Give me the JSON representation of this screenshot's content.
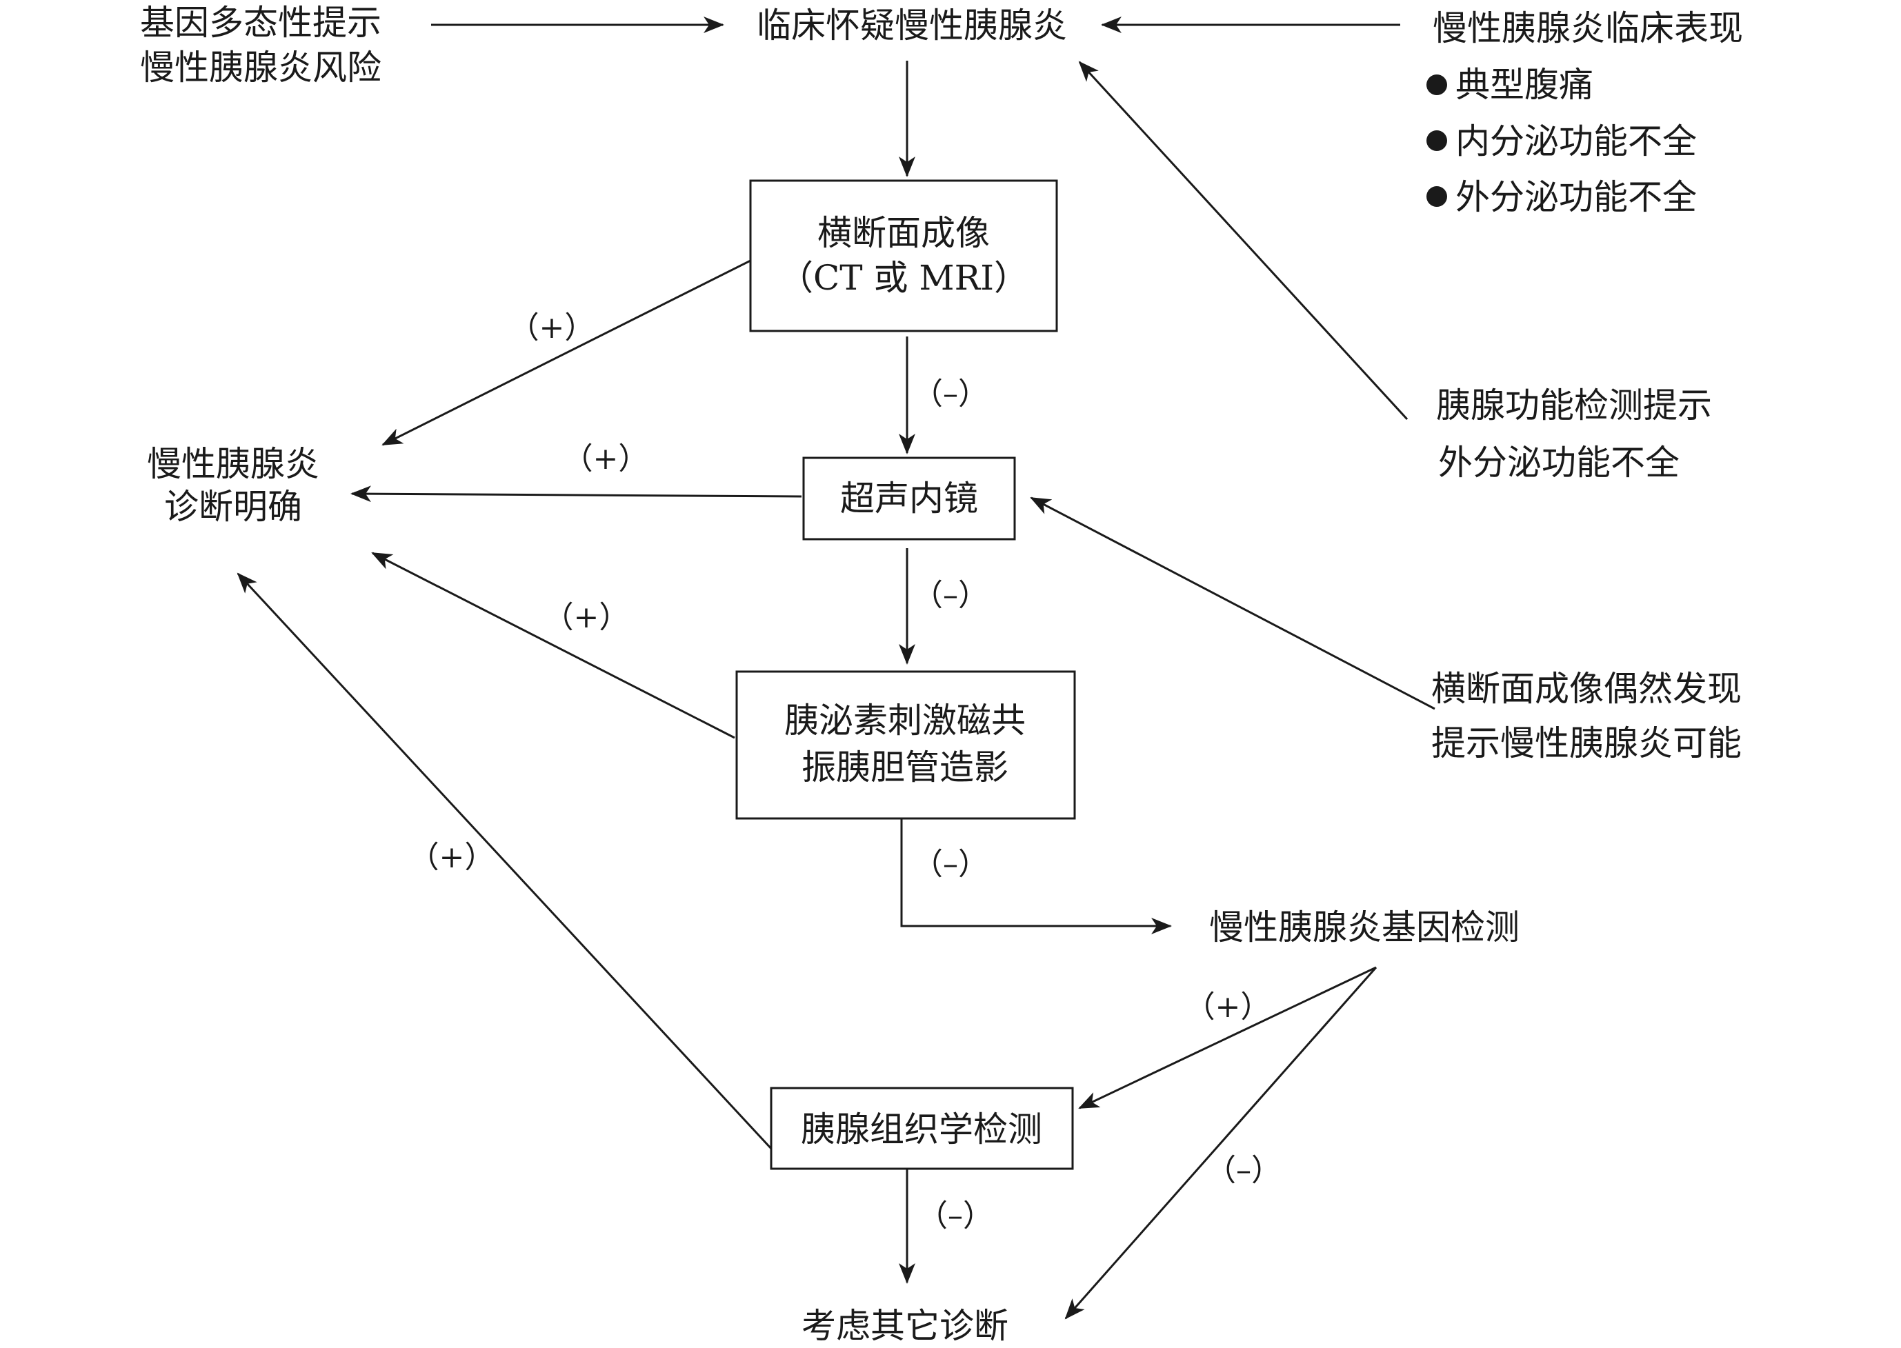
{
  "nodes": {
    "gene_polymorphism": [
      "基因多态性提示",
      "慢性胰腺炎风险"
    ],
    "suspected_cp": "临床怀疑慢性胰腺炎",
    "clinical_manifestations": {
      "title": "慢性胰腺炎临床表现",
      "items": [
        "典型腹痛",
        "内分泌功能不全",
        "外分泌功能不全"
      ]
    },
    "cross_sectional_imaging": [
      "横断面成像",
      "（CT 或 MRI）"
    ],
    "pancreatic_function_test": [
      "胰腺功能检测提示",
      "外分泌功能不全"
    ],
    "cp_diagnosed": [
      "慢性胰腺炎",
      "诊断明确"
    ],
    "eus": "超声内镜",
    "incidental_imaging": [
      "横断面成像偶然发现",
      "提示慢性胰腺炎可能"
    ],
    "s_mrcp": [
      "胰泌素刺激磁共",
      "振胰胆管造影"
    ],
    "genetic_test": "慢性胰腺炎基因检测",
    "histology": "胰腺组织学检测",
    "other_diagnosis": "考虑其它诊断"
  },
  "edge_labels": {
    "positive": "（+）",
    "negative": "（–）"
  }
}
